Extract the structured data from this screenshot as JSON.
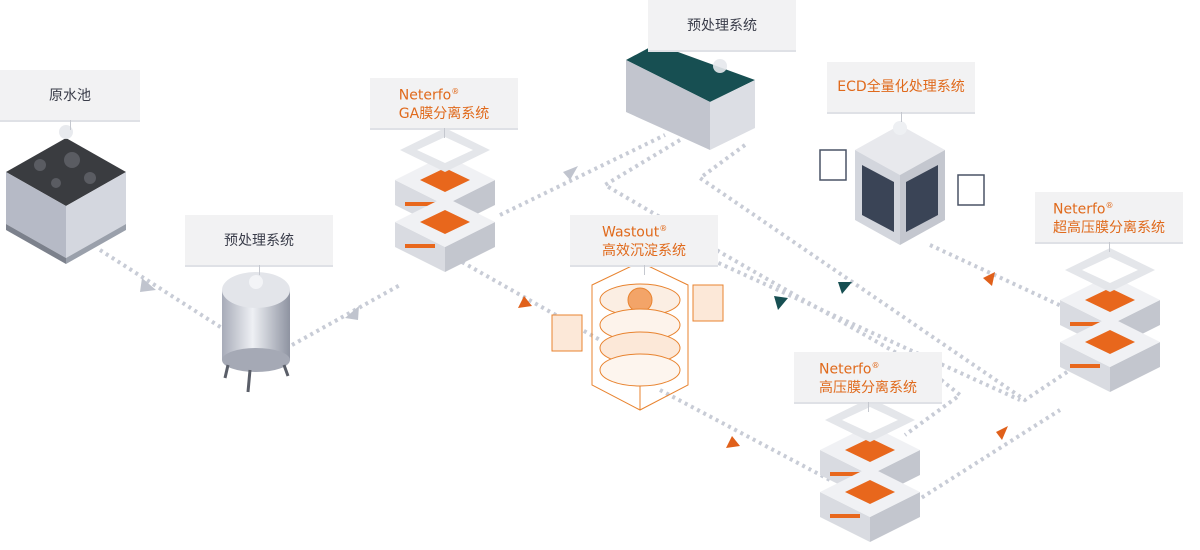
{
  "colors": {
    "accent_orange": "#e8671c",
    "flow_dots": "#c8ccd6",
    "teal_arrow": "#174f52",
    "gray_arrow": "#c0c4ce",
    "label_bg": "#f2f2f3",
    "water_dark": "#3c3e42",
    "water_teal": "#174f52"
  },
  "nodes": {
    "raw_pool": {
      "title": "原水池",
      "icon": "raw-water-tank"
    },
    "pretreat_1": {
      "title": "预处理系统",
      "icon": "pressure-vessel"
    },
    "ga_membrane": {
      "brand": "Neterfo",
      "reg": "®",
      "title": "GA膜分离系统",
      "icon": "membrane-stack"
    },
    "pretreat_2": {
      "title": "预处理系统",
      "icon": "treatment-basin"
    },
    "wastout": {
      "brand": "Wastout",
      "reg": "®",
      "title": "高效沉淀系统",
      "icon": "sedimentation-unit"
    },
    "ecd": {
      "title": "ECD全量化处理系统",
      "icon": "server-cabinet"
    },
    "hp_membrane": {
      "brand": "Neterfo",
      "reg": "®",
      "title": "高压膜分离系统",
      "icon": "membrane-stack"
    },
    "uhp_membrane": {
      "brand": "Neterfo",
      "reg": "®",
      "title": "超高压膜分离系统",
      "icon": "membrane-stack"
    }
  }
}
